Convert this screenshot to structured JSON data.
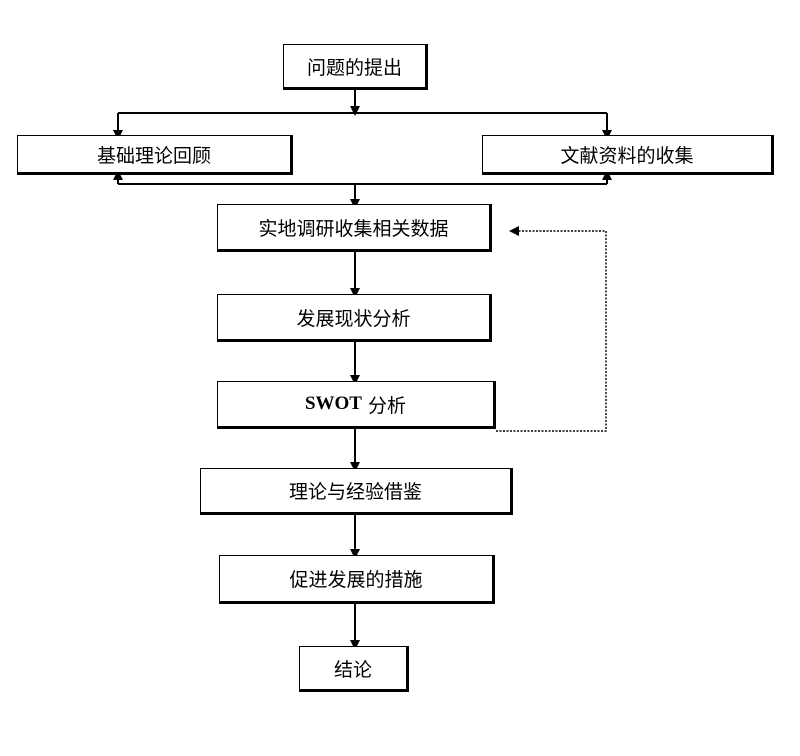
{
  "diagram": {
    "nodes": {
      "problem": "问题的提出",
      "theory_review": "基础理论回顾",
      "literature": "文献资料的收集",
      "field_research": "实地调研收集相关数据",
      "status_analysis": "发展现状分析",
      "swot_prefix": "SWOT",
      "swot_suffix": " 分析",
      "experience": "理论与经验借鉴",
      "measures": "促进发展的措施",
      "conclusion": "结论"
    }
  }
}
